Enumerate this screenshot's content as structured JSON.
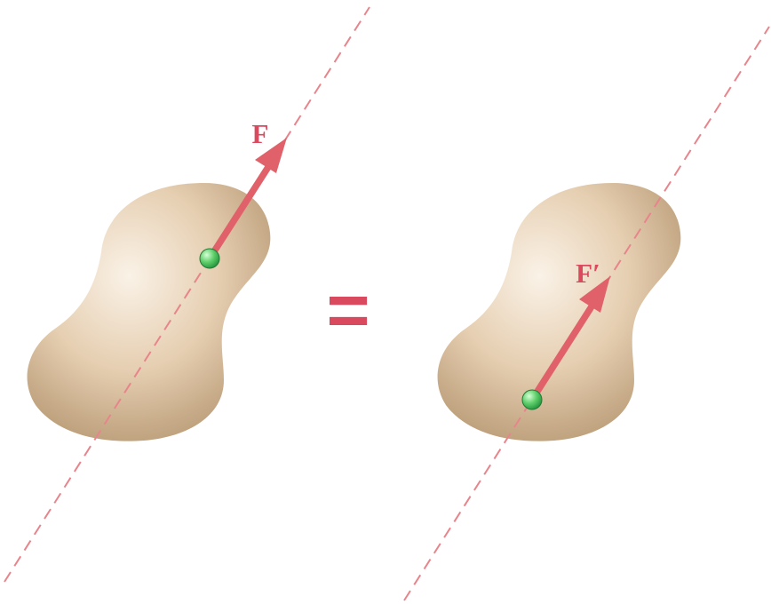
{
  "panels": [
    {
      "id": "left",
      "force_label": "F"
    },
    {
      "id": "right",
      "force_label": "F′"
    }
  ],
  "operator": "=",
  "colors": {
    "force": "#e0616a",
    "line_of_action": "#e8848b",
    "label": "#d94a5f",
    "equals": "#d94a5f",
    "body_light": "#faf2e7",
    "body_mid": "#e6cfb2",
    "body_dark": "#b59670",
    "point_light": "#d6ffd6",
    "point_dark": "#1f8f3a"
  },
  "icons": {
    "rigid_body": "rigid-body-blob",
    "point_of_application": "green-dot",
    "force_vector": "arrow"
  }
}
